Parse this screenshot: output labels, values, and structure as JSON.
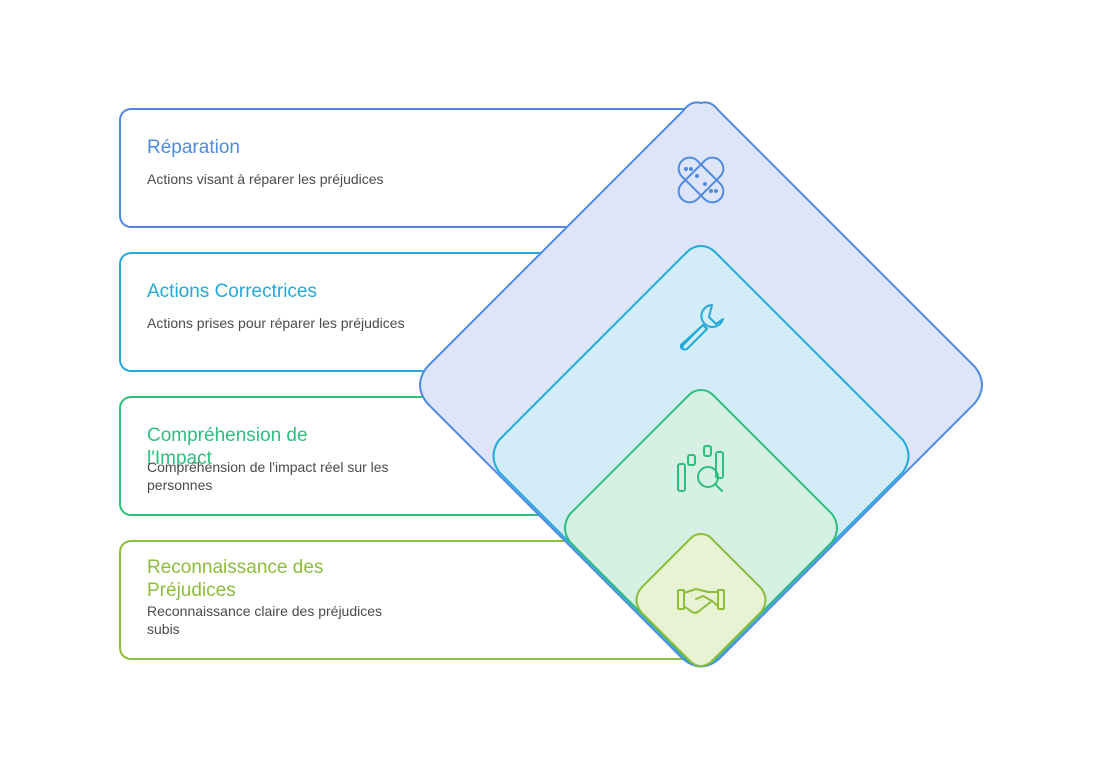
{
  "levels": [
    {
      "title": "Réparation",
      "description": "Actions visant à réparer les préjudices",
      "icon": "bandage-icon",
      "color": "#4f8ae0",
      "fill": "#dce6f8"
    },
    {
      "title": "Actions Correctrices",
      "description": "Actions prises pour réparer les préjudices",
      "icon": "wrench-icon",
      "color": "#22a9d8",
      "fill": "#d2ecf8"
    },
    {
      "title": "Compréhension de l'Impact",
      "description": "Compréhension de l'impact réel sur les personnes",
      "icon": "chart-search-icon",
      "color": "#2ebf7e",
      "fill": "#d6f1e4"
    },
    {
      "title": "Reconnaissance des Préjudices",
      "description": "Reconnaissance claire des préjudices subis",
      "icon": "handshake-icon",
      "color": "#8cbd3c",
      "fill": "#e8f3d3"
    }
  ]
}
